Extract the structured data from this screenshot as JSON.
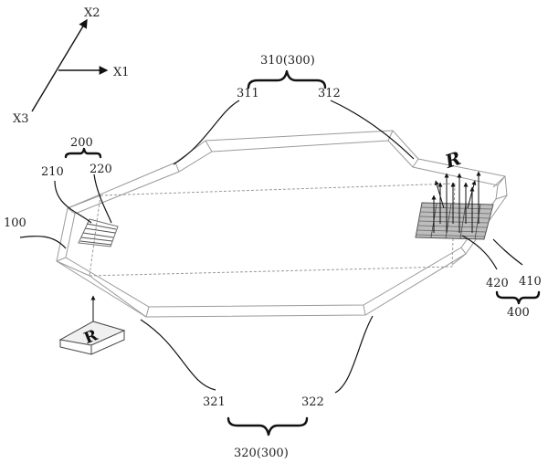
{
  "axes": {
    "x1": "X1",
    "x2": "X2",
    "x3": "X3"
  },
  "labels": {
    "l100": "100",
    "l200": "200",
    "l210": "210",
    "l220": "220",
    "l310": "310(300)",
    "l311": "311",
    "l312": "312",
    "l320": "320(300)",
    "l321": "321",
    "l322": "322",
    "l400": "400",
    "l410": "410",
    "l420": "420"
  },
  "symbols": {
    "source_mark": "R",
    "image_mark": "R"
  },
  "colors": {
    "line": "#111111",
    "frame": "#9a9a9a",
    "hatch": "#555555"
  }
}
